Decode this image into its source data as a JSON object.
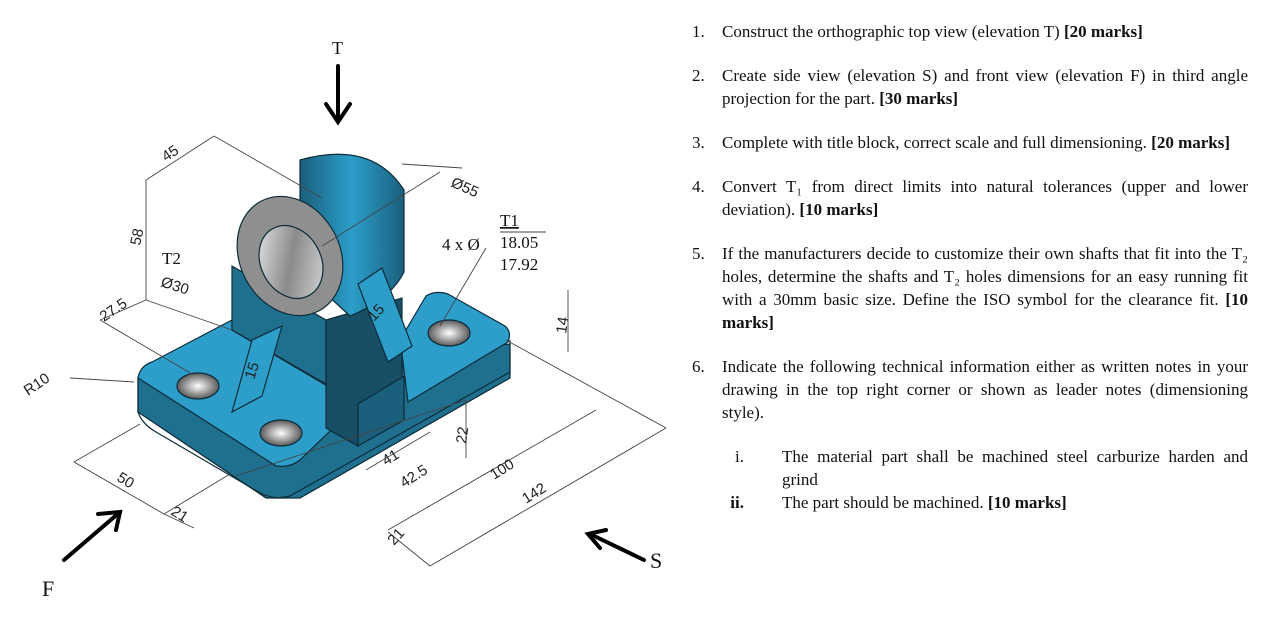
{
  "drawing": {
    "view_labels": {
      "top": "T",
      "side": "S",
      "front": "F"
    },
    "dimensions": {
      "d45": "45",
      "d58": "58",
      "d27_5": "27.5",
      "r10": "R10",
      "d50": "50",
      "d21_left": "21",
      "d21_bottom": "21",
      "d41": "41",
      "d42_5": "42.5",
      "d100": "100",
      "d142": "142",
      "d22": "22",
      "d14": "14",
      "d15_rib_left": "15",
      "d15_rib_right": "15",
      "dia55": "Ø55",
      "t2_label": "T2",
      "t2_dia": "Ø30",
      "t1_label": "T1",
      "t1_prefix": "4 x Ø",
      "t1_upper": "18.05",
      "t1_lower": "17.92"
    },
    "colors": {
      "part_top": "#2c9ec9",
      "part_side": "#1f6f8f",
      "part_dark": "#174f66",
      "bore": "#9a9a9a"
    }
  },
  "tasks": [
    {
      "num": "1.",
      "text": "Construct the orthographic top view (elevation T) ",
      "marks": "[20 marks]"
    },
    {
      "num": "2.",
      "text": "Create side view (elevation S) and front view (elevation F) in third angle projection for the part. ",
      "marks": "[30 marks]"
    },
    {
      "num": "3.",
      "text": "Complete with title block, correct scale and full dimensioning. ",
      "marks": "[20 marks]"
    },
    {
      "num": "4.",
      "text": "Convert T₁ from direct limits into natural tolerances (upper and lower deviation).  ",
      "marks": "[10 marks]"
    },
    {
      "num": "5.",
      "text": "If the manufacturers decide to customize their own shafts that fit into the T₂ holes, determine the shafts and T₂ holes dimensions for an easy running fit with a 30mm basic size. Define the ISO symbol for the clearance fit. ",
      "marks": "[10 marks]"
    },
    {
      "num": "6.",
      "text": "Indicate the following technical information either as written notes in your drawing in the top right corner or shown as leader notes (dimensioning style).",
      "marks": ""
    }
  ],
  "subtasks": [
    {
      "roman": "i.",
      "text": "The material part shall be machined steel carburize harden and grind",
      "marks": ""
    },
    {
      "roman": "ii.",
      "text": "The part should be machined.  ",
      "marks": "[10 marks]"
    }
  ]
}
